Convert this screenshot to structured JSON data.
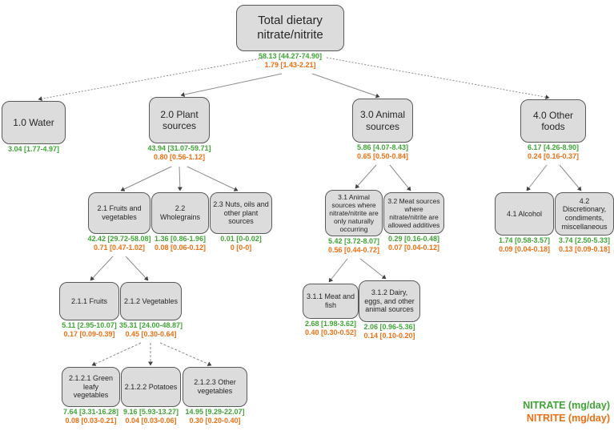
{
  "title": "Total dietary nitrate/nitrite source tree",
  "colors": {
    "nitrate_green": "#3FA535",
    "nitrite_orange": "#ED7014",
    "box_fill": "#DCDCDC",
    "box_border": "#595959",
    "connector_gray": "#8C8C8C"
  },
  "legend": {
    "nitrate": "NITRATE (mg/day)",
    "nitrite": "NITRITE (mg/day)"
  },
  "nodes": {
    "total": {
      "label": "Total dietary nitrate/nitrite",
      "nitrate": "58.13 [44.27-74.90]",
      "nitrite": "1.79 [1.43-2.21]"
    },
    "water": {
      "label": "1.0 Water",
      "nitrate": "3.04 [1.77-4.97]"
    },
    "plant": {
      "label": "2.0 Plant sources",
      "nitrate": "43.94 [31.07-59.71]",
      "nitrite": "0.80 [0.56-1.12]"
    },
    "animal": {
      "label": "3.0 Animal sources",
      "nitrate": "5.86 [4.07-8.43]",
      "nitrite": "0.65 [0.50-0.84]"
    },
    "other": {
      "label": "4.0 Other foods",
      "nitrate": "6.17 [4.26-8.90]",
      "nitrite": "0.24 [0.16-0.37]"
    },
    "fruits_veg": {
      "label": "2.1 Fruits and vegetables",
      "nitrate": "42.42 [29.72-58.08]",
      "nitrite": "0.71 [0.47-1.02]"
    },
    "wholegrains": {
      "label": "2.2 Wholegrains",
      "nitrate": "1.36 [0.86-1.96]",
      "nitrite": "0.08 [0.06-0.12]"
    },
    "nuts": {
      "label": "2.3 Nuts, oils and other plant sources",
      "nitrate": "0.01 [0-0.02]",
      "nitrite": "0 [0-0]"
    },
    "animal_natural": {
      "label": "3.1 Animal sources where nitrate/nitrite are only naturally occurring",
      "nitrate": "5.42 [3.72-8.07]",
      "nitrite": "0.56 [0.44-0.72]"
    },
    "meat_additives": {
      "label": "3.2 Meat sources where nitrate/nitrite are allowed additives",
      "nitrate": "0.29 [0.16-0.48]",
      "nitrite": "0.07 [0.04-0.12]"
    },
    "alcohol": {
      "label": "4.1 Alcohol",
      "nitrate": "1.74 [0.58-3.57]",
      "nitrite": "0.09 [0.04-0.18]"
    },
    "discretionary": {
      "label": "4.2 Discretionary, condiments, miscellaneous",
      "nitrate": "3.74 [2.50-5.33]",
      "nitrite": "0.13 [0.09-0.18]"
    },
    "fruits": {
      "label": "2.1.1 Fruits",
      "nitrate": "5.11 [2.95-10.07]",
      "nitrite": "0.17 [0.09-0.39]"
    },
    "vegetables": {
      "label": "2.1.2 Vegetables",
      "nitrate": "35.31 [24.00-48.87]",
      "nitrite": "0.45 [0.30-0.64]"
    },
    "meat_fish": {
      "label": "3.1.1 Meat and fish",
      "nitrate": "2.68 [1.98-3.62]",
      "nitrite": "0.40 [0.30-0.52]"
    },
    "dairy_eggs": {
      "label": "3.1.2 Dairy, eggs, and other animal sources",
      "nitrate": "2.06 [0.96-5.36]",
      "nitrite": "0.14 [0.10-0.20]"
    },
    "green_leafy": {
      "label": "2.1.2.1 Green leafy vegetables",
      "nitrate": "7.64 [3.31-16.28]",
      "nitrite": "0.08 [0.03-0.21]"
    },
    "potatoes": {
      "label": "2.1.2.2 Potatoes",
      "nitrate": "9.16 [5.93-13.27]",
      "nitrite": "0.04 [0.03-0.06]"
    },
    "other_veg": {
      "label": "2.1.2.3 Other vegetables",
      "nitrate": "14.95 [9.29-22.07]",
      "nitrite": "0.30 [0.20-0.40]"
    }
  }
}
